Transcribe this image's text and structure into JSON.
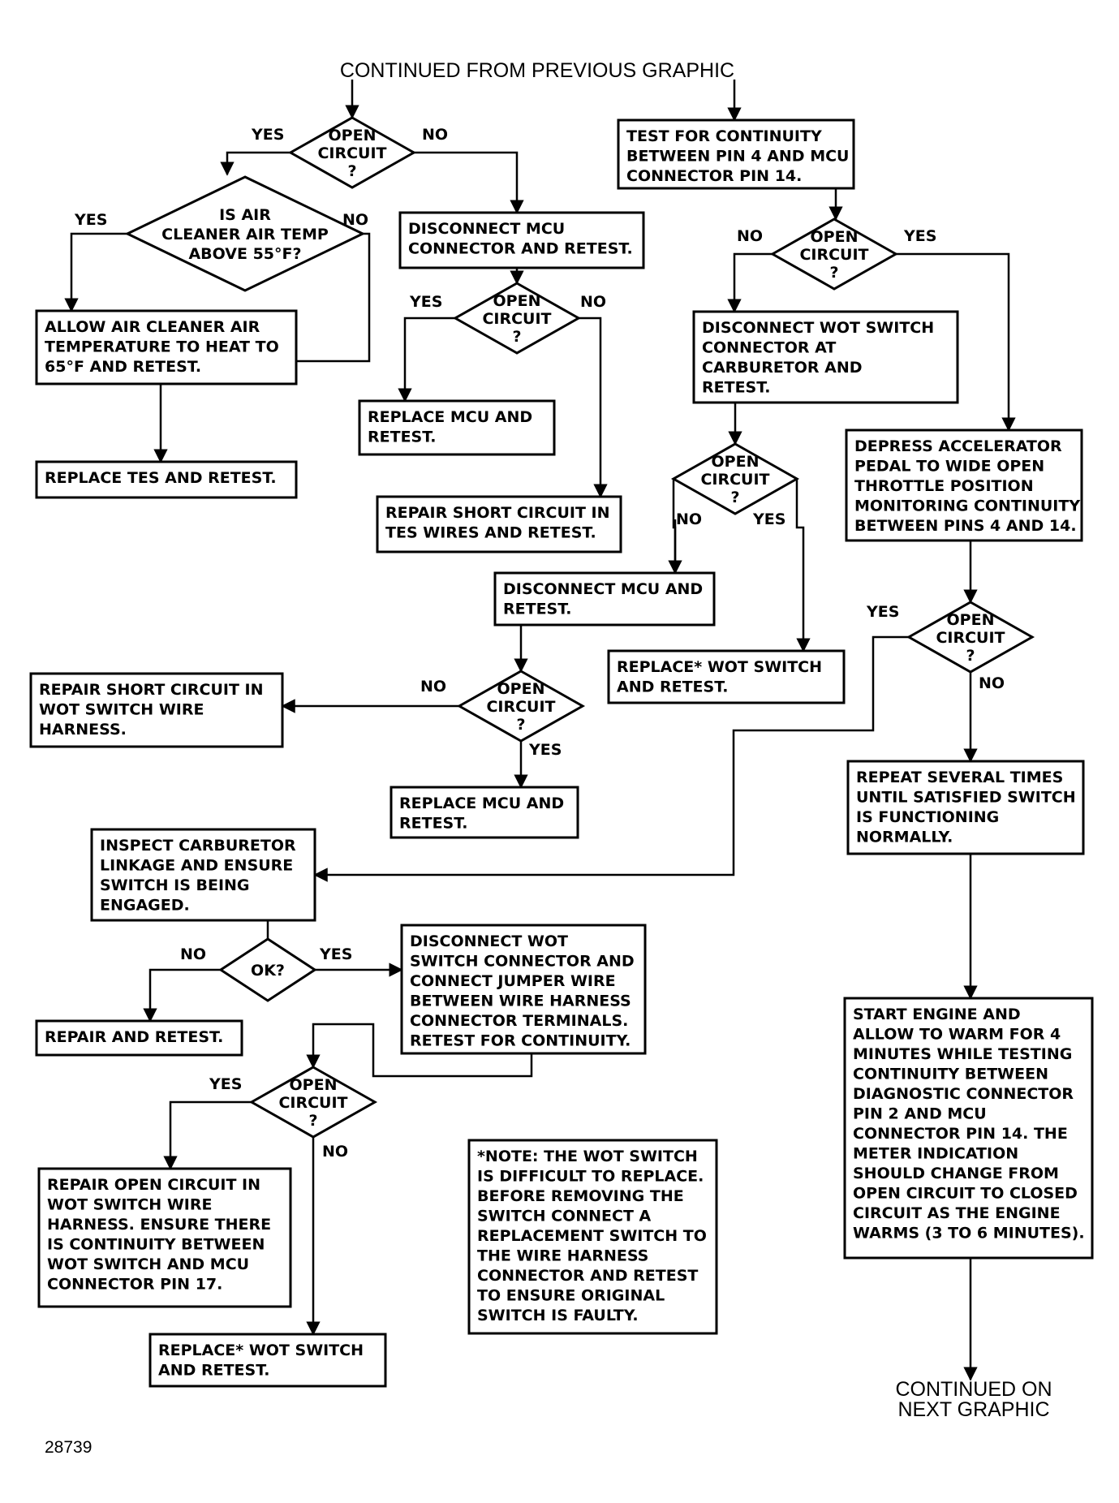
{
  "header": "CONTINUED FROM PREVIOUS GRAPHIC",
  "footer": [
    "CONTINUED ON",
    "NEXT GRAPHIC"
  ],
  "figure_number": "28739",
  "labels": {
    "yes": "YES",
    "no": "NO"
  },
  "decisions": {
    "d1": [
      "OPEN",
      "CIRCUIT",
      "?"
    ],
    "d2": [
      "IS AIR",
      "CLEANER AIR TEMP",
      "ABOVE 55°F?"
    ],
    "d3": [
      "OPEN",
      "CIRCUIT",
      "?"
    ],
    "d4": [
      "OPEN",
      "CIRCUIT",
      "?"
    ],
    "d5": [
      "OPEN",
      "CIRCUIT",
      "?"
    ],
    "d6": [
      "OPEN",
      "CIRCUIT",
      "?"
    ],
    "d7": [
      "OPEN",
      "CIRCUIT",
      "?"
    ],
    "d8": [
      "OK?"
    ],
    "d9": [
      "OPEN",
      "CIRCUIT",
      "?"
    ]
  },
  "boxes": {
    "allow_air": [
      "ALLOW AIR CLEANER AIR",
      "TEMPERATURE TO HEAT TO",
      "65°F AND RETEST."
    ],
    "replace_tes": [
      "REPLACE TES AND RETEST."
    ],
    "disconnect_mcu_1": [
      "DISCONNECT MCU",
      "CONNECTOR AND RETEST."
    ],
    "replace_mcu_1": [
      "REPLACE MCU AND",
      "RETEST."
    ],
    "repair_short_tes": [
      "REPAIR SHORT CIRCUIT IN",
      "TES WIRES AND RETEST."
    ],
    "test_continuity": [
      "TEST FOR CONTINUITY",
      "BETWEEN PIN 4 AND MCU",
      "CONNECTOR PIN 14."
    ],
    "disconnect_wot": [
      "DISCONNECT WOT SWITCH",
      "CONNECTOR AT",
      "CARBURETOR AND",
      "RETEST."
    ],
    "depress_accel": [
      "DEPRESS ACCELERATOR",
      "PEDAL TO WIDE OPEN",
      "THROTTLE POSITION",
      "MONITORING CONTINUITY",
      "BETWEEN PINS 4 AND 14."
    ],
    "disconnect_mcu_2": [
      "DISCONNECT MCU AND",
      "RETEST."
    ],
    "replace_wot_1": [
      "REPLACE* WOT SWITCH",
      "AND RETEST."
    ],
    "repair_short_wot": [
      "REPAIR SHORT CIRCUIT IN",
      "WOT SWITCH WIRE",
      "HARNESS."
    ],
    "replace_mcu_2": [
      "REPLACE MCU AND",
      "RETEST."
    ],
    "repeat_several": [
      "REPEAT SEVERAL TIMES",
      "UNTIL SATISFIED SWITCH",
      "IS FUNCTIONING",
      "NORMALLY."
    ],
    "inspect_carb": [
      "INSPECT CARBURETOR",
      "LINKAGE AND ENSURE",
      "SWITCH IS BEING",
      "ENGAGED."
    ],
    "repair_retest": [
      "REPAIR AND RETEST."
    ],
    "disconnect_wot_jumper": [
      "DISCONNECT WOT",
      "SWITCH CONNECTOR AND",
      "CONNECT JUMPER WIRE",
      "BETWEEN WIRE HARNESS",
      "CONNECTOR TERMINALS.",
      "RETEST FOR CONTINUITY."
    ],
    "repair_open": [
      "REPAIR OPEN CIRCUIT IN",
      "WOT SWITCH WIRE",
      "HARNESS. ENSURE THERE",
      "IS CONTINUITY BETWEEN",
      "WOT SWITCH AND MCU",
      "CONNECTOR PIN 17."
    ],
    "replace_wot_2": [
      "REPLACE* WOT SWITCH",
      "AND RETEST."
    ],
    "note": [
      "*NOTE: THE WOT SWITCH",
      "IS DIFFICULT TO REPLACE.",
      "BEFORE REMOVING THE",
      "SWITCH CONNECT A",
      "REPLACEMENT SWITCH TO",
      "THE WIRE HARNESS",
      "CONNECTOR AND RETEST",
      "TO ENSURE ORIGINAL",
      "SWITCH IS FAULTY."
    ],
    "start_engine": [
      "START ENGINE AND",
      "ALLOW TO WARM FOR 4",
      "MINUTES WHILE TESTING",
      "CONTINUITY BETWEEN",
      "DIAGNOSTIC CONNECTOR",
      "PIN 2 AND MCU",
      "CONNECTOR PIN 14. THE",
      "METER INDICATION",
      "SHOULD CHANGE FROM",
      "OPEN CIRCUIT TO CLOSED",
      "CIRCUIT AS THE ENGINE",
      "WARMS (3 TO 6 MINUTES)."
    ]
  }
}
